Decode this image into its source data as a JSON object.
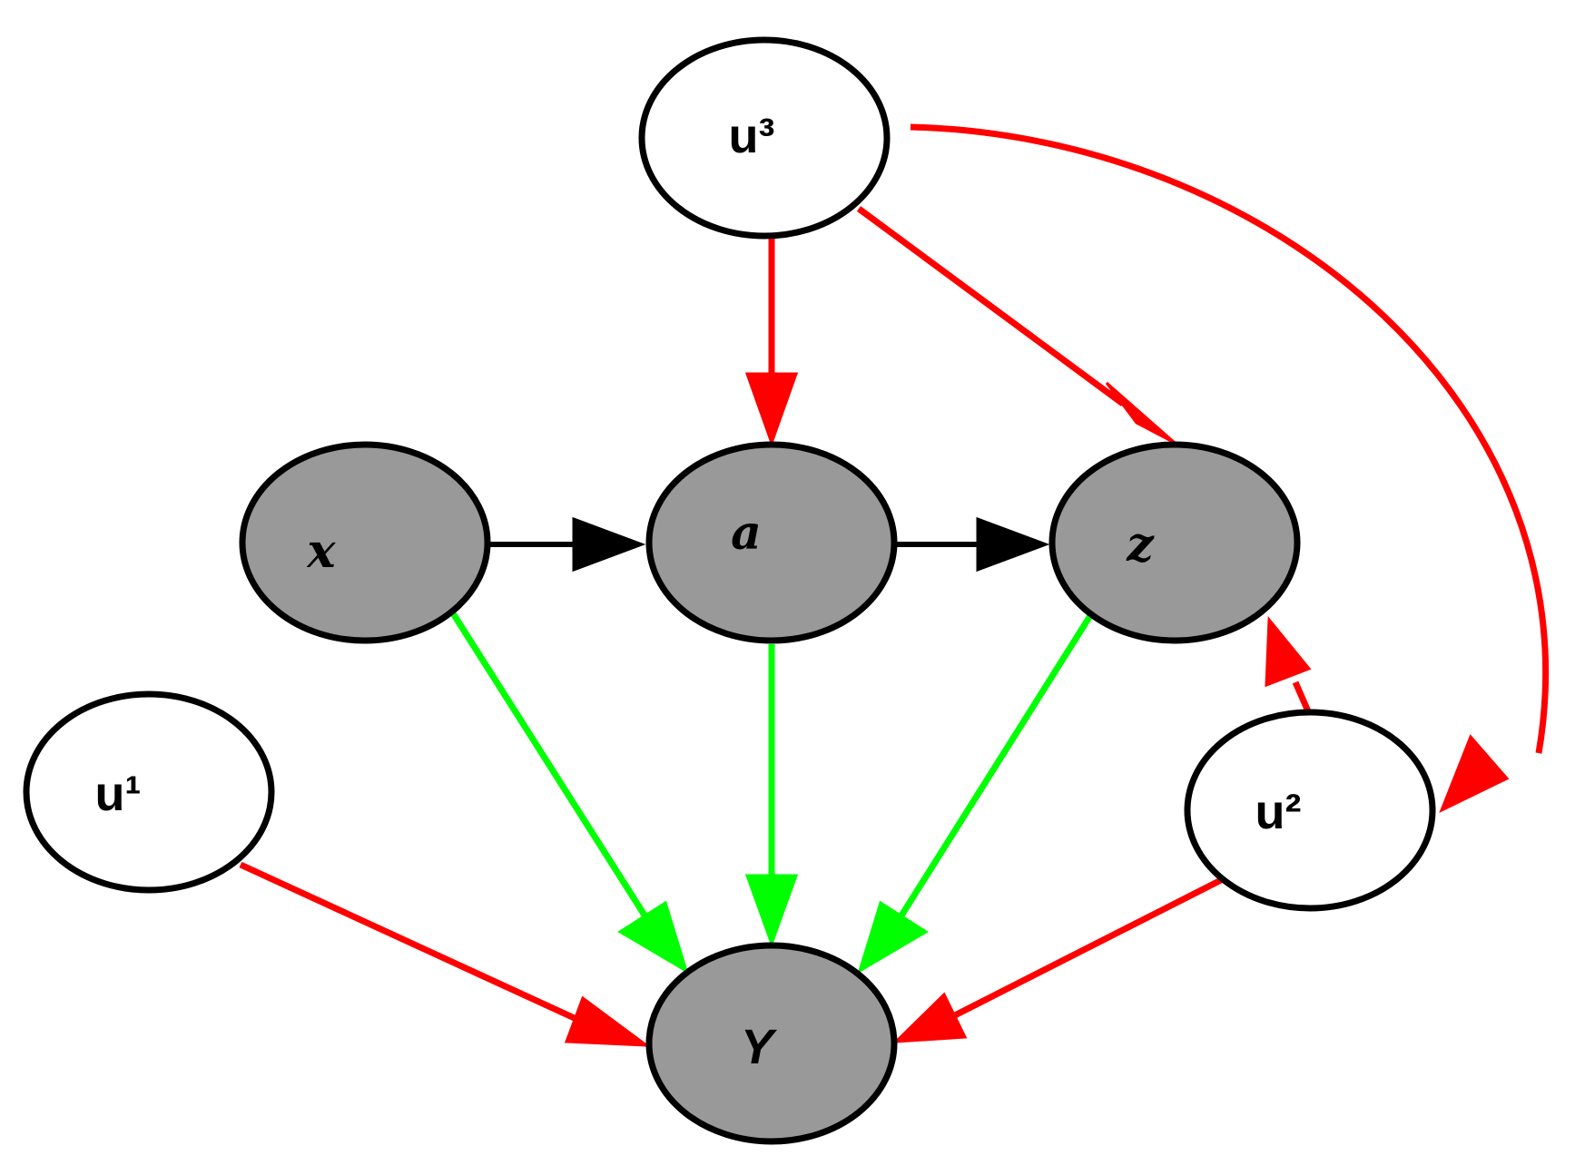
{
  "colors": {
    "observed_fill": "#999999",
    "latent_fill": "#ffffff",
    "stroke": "#000000",
    "edge_black": "#000000",
    "edge_red": "#ff0000",
    "edge_green": "#00ff00"
  },
  "nodes": {
    "u3": {
      "label": "u³",
      "type": "latent"
    },
    "x": {
      "label": "x",
      "type": "observed"
    },
    "a": {
      "label": "a",
      "type": "observed"
    },
    "z": {
      "label": "z",
      "type": "observed"
    },
    "u1": {
      "label": "u¹",
      "type": "latent"
    },
    "u2": {
      "label": "u²",
      "type": "latent"
    },
    "Y": {
      "label": "Y",
      "type": "observed"
    }
  },
  "edges": [
    {
      "from": "x",
      "to": "a",
      "color": "black"
    },
    {
      "from": "a",
      "to": "z",
      "color": "black"
    },
    {
      "from": "u3",
      "to": "a",
      "color": "red"
    },
    {
      "from": "u3",
      "to": "z",
      "color": "red"
    },
    {
      "from": "u3",
      "to": "u2",
      "color": "red"
    },
    {
      "from": "u2",
      "to": "z",
      "color": "red"
    },
    {
      "from": "x",
      "to": "Y",
      "color": "green"
    },
    {
      "from": "a",
      "to": "Y",
      "color": "green"
    },
    {
      "from": "z",
      "to": "Y",
      "color": "green"
    },
    {
      "from": "u1",
      "to": "Y",
      "color": "red"
    },
    {
      "from": "u2",
      "to": "Y",
      "color": "red"
    }
  ]
}
